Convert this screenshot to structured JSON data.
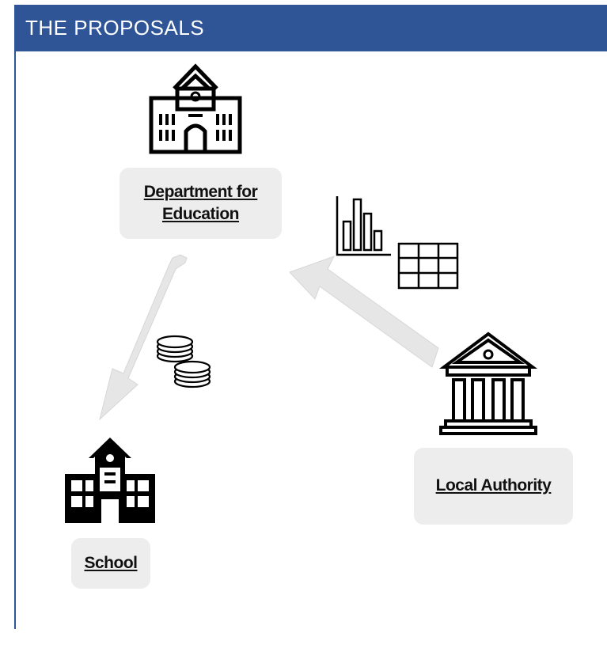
{
  "header": {
    "title": "THE PROPOSALS"
  },
  "nodes": {
    "dfe": {
      "line1": "Department for",
      "line2": "Education"
    },
    "school": {
      "label": "School"
    },
    "la": {
      "label": "Local Authority"
    }
  },
  "icons": {
    "dfe": "department-building-icon",
    "school": "school-building-icon",
    "la": "local-authority-building-icon",
    "coins": "coins-icon",
    "chart": "bar-chart-icon",
    "table": "table-grid-icon"
  },
  "colors": {
    "header_bg": "#2f5597",
    "header_text": "#ffffff",
    "label_bg": "#ededed",
    "arrow_fill": "#e6e6e6"
  }
}
